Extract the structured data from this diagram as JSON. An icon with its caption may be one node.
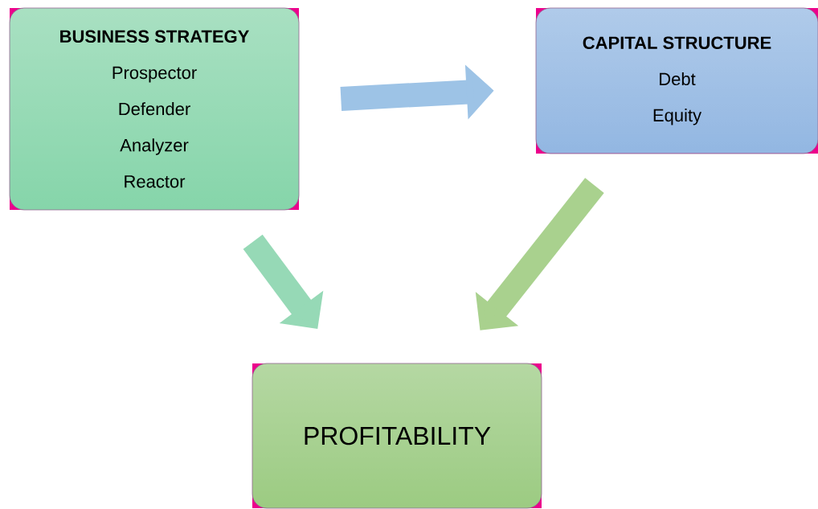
{
  "diagram": {
    "nodes": [
      {
        "text": [
          "BUSINESS STRATEGY",
          "Prospector",
          "Defender",
          "Analyzer",
          "Reactor"
        ]
      },
      {
        "text": [
          "CAPITAL STRUCTURE",
          "Debt",
          "Equity"
        ]
      },
      {
        "text": [
          "PROFITABILITY"
        ]
      }
    ],
    "edges": [
      {
        "from": 0,
        "to": 1,
        "arrow": "to",
        "color": "#9dc3e6"
      },
      {
        "from": 0,
        "to": 2,
        "arrow": "to",
        "color": "#96d9b6"
      },
      {
        "from": 1,
        "to": 2,
        "arrow": "to",
        "color": "#a9d18e"
      }
    ]
  }
}
